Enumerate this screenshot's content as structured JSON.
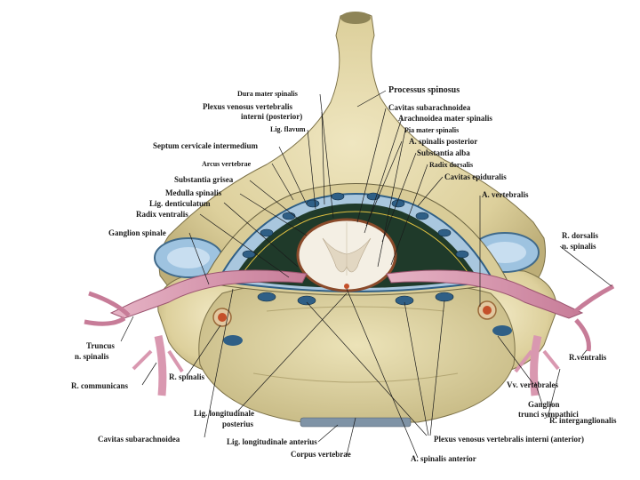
{
  "labels": {
    "processus_spinosus": "Processus spinosus",
    "dura_mater_spinalis": "Dura mater spinalis",
    "plexus_venosus_posterior_1": "Plexus venosus vertebralis",
    "plexus_venosus_posterior_2": "interni (posterior)",
    "lig_flavum": "Lig. flavum",
    "septum_cervicale": "Septum cervicale intermedium",
    "arcus_vertebrae": "Arcus vertebrae",
    "substantia_grisea": "Substantia grisea",
    "medulla_spinalis": "Medulla spinalis",
    "lig_denticulatum": "Lig. denticulatum",
    "radix_ventralis": "Radix ventralis",
    "ganglion_spinale": "Ganglion spinale",
    "cavitas_subarachnoidea_top": "Cavitas subarachnoidea",
    "arachnoidea_mater": "Arachnoidea mater spinalis",
    "pia_mater": "Pia mater spinalis",
    "a_spinalis_posterior": "A. spinalis posterior",
    "substantia_alba": "Substantia alba",
    "radix_dorsalis": "Radix dorsalis",
    "cavitas_epiduralis": "Cavitas epiduralis",
    "a_vertebralis": "A. vertebralis",
    "r_dorsalis_1": "R. dorsalis",
    "r_dorsalis_2": "n. spinalis",
    "truncus_1": "Truncus",
    "truncus_2": "n. spinalis",
    "r_communicans": "R. communicans",
    "r_spinalis": "R. spinalis",
    "r_ventralis": "R.ventralis",
    "vv_vertebrales": "Vv. vertebrales",
    "ganglion_trunci_1": "Ganglion",
    "ganglion_trunci_2": "trunci sympathici",
    "r_interganglionalis": "R. interganglionalis",
    "lig_long_posterius_1": "Lig. longitudinale",
    "lig_long_posterius_2": "posterius",
    "cavitas_subarachnoidea_bottom": "Cavitas subarachnoidea",
    "lig_long_anterius": "Lig. longitudinale anterius",
    "corpus_vertebrae": "Corpus vertebrae",
    "plexus_venosus_anterior": "Plexus venosus vertebralis interni (anterior)",
    "a_spinalis_anterior": "A. spinalis anterior"
  },
  "colors": {
    "bone": "#e6dcae",
    "bone_shadow": "#b9ad7e",
    "dura": "#8fb3cf",
    "vein": "#2f5f86",
    "nerve": "#d998b0",
    "cord_white": "#f4efe4",
    "artery": "#c4502a"
  }
}
